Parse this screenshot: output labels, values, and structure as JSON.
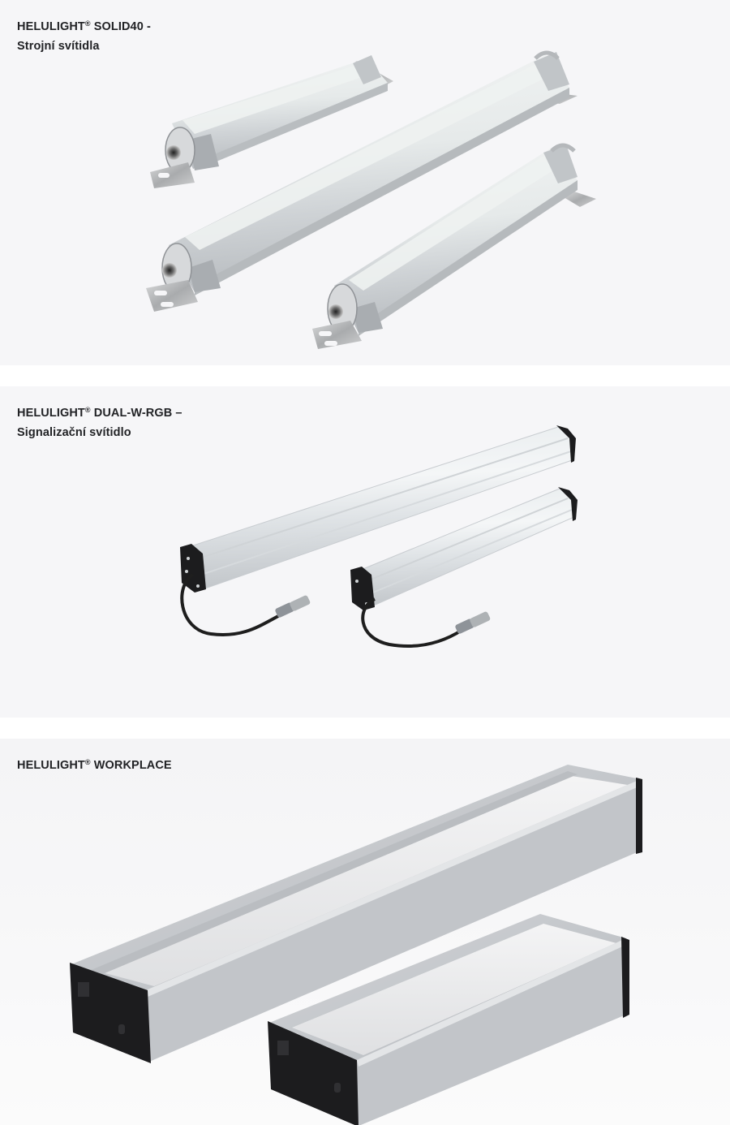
{
  "sections": [
    {
      "brand": "HELULIGHT",
      "reg_mark": "®",
      "model": "SOLID40 -",
      "subtitle": "Strojní svítidla",
      "image": {
        "description": "Three cylindrical aluminium machine lights with stainless mounting brackets and M12 connectors",
        "items": 3
      }
    },
    {
      "brand": "HELULIGHT",
      "reg_mark": "®",
      "model": "DUAL-W-RGB –",
      "subtitle": "Signalizační svítidlo",
      "image": {
        "description": "Two long signal lights with black end caps and cable with grey M12 connector",
        "items": 2
      }
    },
    {
      "brand": "HELULIGHT",
      "reg_mark": "®",
      "model": "WORKPLACE",
      "subtitle": "",
      "image": {
        "description": "Two rectangular aluminium workplace lights with black end plates, switch and power socket",
        "items": 2
      }
    }
  ],
  "colors": {
    "panel_bg": "#f6f6f8",
    "text": "#222326",
    "aluminium": "#c9ccd0",
    "diffuser": "#e8ecec",
    "end_cap_black": "#1c1c1e"
  }
}
